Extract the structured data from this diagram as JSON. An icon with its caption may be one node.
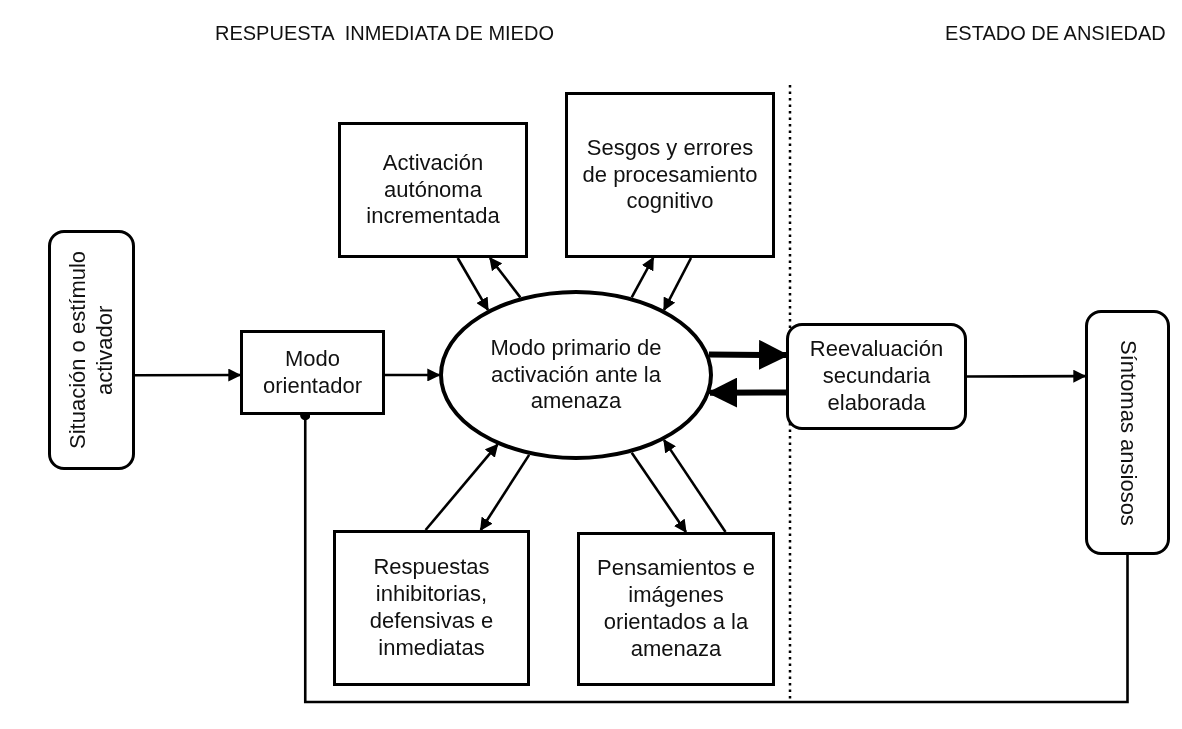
{
  "diagram": {
    "nodes": [
      {
        "text": [
          "Situación o estímulo activador"
        ]
      },
      {
        "text": [
          "Modo orientador"
        ]
      },
      {
        "text": [
          "Modo primario de activación ante la amenaza"
        ]
      },
      {
        "text": [
          "Activación autónoma incrementada"
        ]
      },
      {
        "text": [
          "Sesgos y errores de procesamiento cognitivo"
        ]
      },
      {
        "text": [
          "Respuestas inhibitorias, defensivas e inmediatas"
        ]
      },
      {
        "text": [
          "Pensamientos e imágenes orientados a la amenaza"
        ]
      },
      {
        "text": [
          "Reevaluación secundaria elaborada"
        ]
      },
      {
        "text": [
          "Síntomas ansiosos"
        ]
      }
    ],
    "edges": [
      {
        "from": 0,
        "to": 1,
        "arrow": "to"
      },
      {
        "from": 1,
        "to": 2,
        "arrow": "to"
      },
      {
        "from": 3,
        "to": 2,
        "arrow": "to"
      },
      {
        "from": 2,
        "to": 3,
        "arrow": "to"
      },
      {
        "from": 2,
        "to": 4,
        "arrow": "to"
      },
      {
        "from": 4,
        "to": 2,
        "arrow": "to"
      },
      {
        "from": 5,
        "to": 2,
        "arrow": "to"
      },
      {
        "from": 2,
        "to": 5,
        "arrow": "to"
      },
      {
        "from": 2,
        "to": 6,
        "arrow": "to"
      },
      {
        "from": 6,
        "to": 2,
        "arrow": "to"
      },
      {
        "from": 2,
        "to": 7,
        "arrow": "to",
        "style": "thick"
      },
      {
        "from": 7,
        "to": 2,
        "arrow": "to",
        "style": "thick"
      },
      {
        "from": 7,
        "to": 8,
        "arrow": "to"
      },
      {
        "from": 8,
        "to": 1,
        "arrow": "other"
      }
    ],
    "labels": [
      "RESPUESTA  INMEDIATA DE MIEDO",
      "ESTADO DE ANSIEDAD"
    ]
  }
}
